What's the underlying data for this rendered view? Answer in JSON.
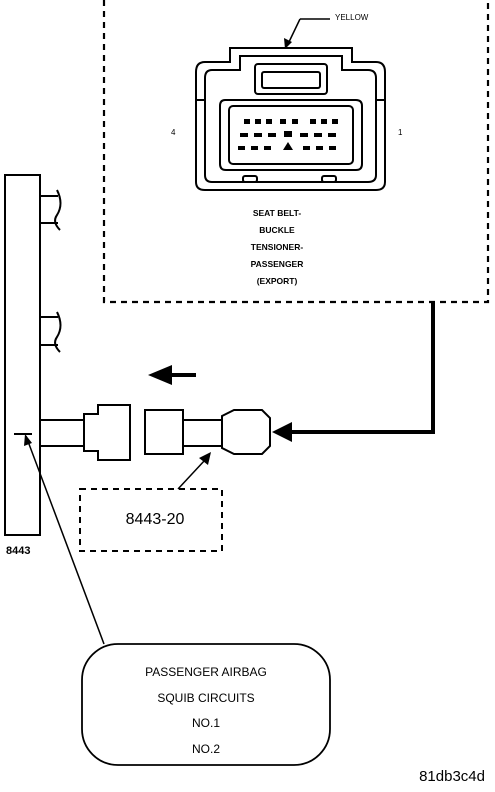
{
  "connector": {
    "color_label": "YELLOW",
    "pin_left": "4",
    "pin_right": "1",
    "title_lines": [
      "SEAT BELT-",
      "BUCKLE",
      "TENSIONER-",
      "PASSENGER",
      "(EXPORT)"
    ]
  },
  "tool": {
    "number": "8443",
    "adapter_label": "8443-20"
  },
  "callout": {
    "lines": [
      "PASSENGER AIRBAG",
      "SQUIB CIRCUITS",
      "NO.1",
      "NO.2"
    ]
  },
  "figure_id": "81db3c4d"
}
